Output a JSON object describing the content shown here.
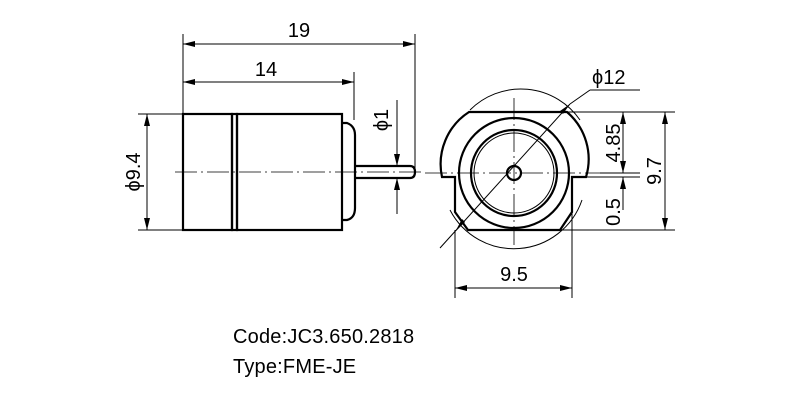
{
  "dimensions": {
    "overall_length": "19",
    "body_length": "14",
    "body_diameter": "ϕ9.4",
    "pin_diameter": "ϕ1",
    "flange_diameter": "ϕ12",
    "upper_height": "4.85",
    "total_height": "9.7",
    "offset": "0.5",
    "width": "9.5"
  },
  "caption": {
    "code": "Code:JC3.650.2818",
    "type": "Type:FME-JE"
  }
}
